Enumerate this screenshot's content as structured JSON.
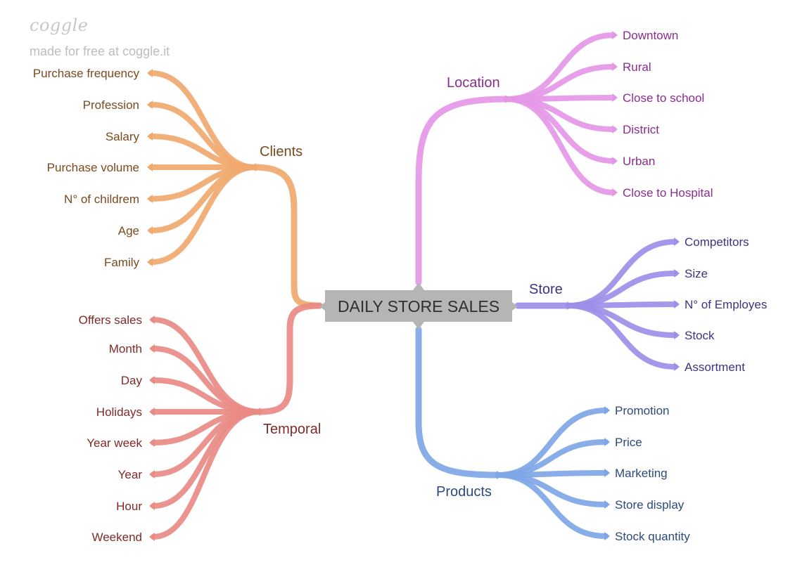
{
  "watermark": {
    "logo": "coggle",
    "text": "made for free at coggle.it"
  },
  "root": {
    "label": "DAILY STORE SALES",
    "color": "#b5b5b5"
  },
  "branches": {
    "clients": {
      "label": "Clients",
      "color": "#f0a96e",
      "text_color": "#7a4a1f",
      "items": [
        "Purchase frequency",
        "Profession",
        "Salary",
        "Purchase volume",
        "N° of childrem",
        "Age",
        "Family"
      ]
    },
    "temporal": {
      "label": "Temporal",
      "color": "#e98a86",
      "text_color": "#7f2a2a",
      "items": [
        "Offers sales",
        "Month",
        "Day",
        "Holidays",
        "Year week",
        "Year",
        "Hour",
        "Weekend"
      ]
    },
    "location": {
      "label": "Location",
      "color": "#e497e6",
      "text_color": "#8a2d8f",
      "items": [
        "Downtown",
        "Rural",
        "Close to school",
        "District",
        "Urban",
        "Close to Hospital"
      ]
    },
    "store": {
      "label": "Store",
      "color": "#9d8ee8",
      "text_color": "#3e3380",
      "items": [
        "Competitors",
        "Size",
        "N° of Employes",
        "Stock",
        "Assortment"
      ]
    },
    "products": {
      "label": "Products",
      "color": "#7ea6e6",
      "text_color": "#2c4a7a",
      "items": [
        "Promotion",
        "Price",
        "Marketing",
        "Store display",
        "Stock quantity"
      ]
    }
  }
}
